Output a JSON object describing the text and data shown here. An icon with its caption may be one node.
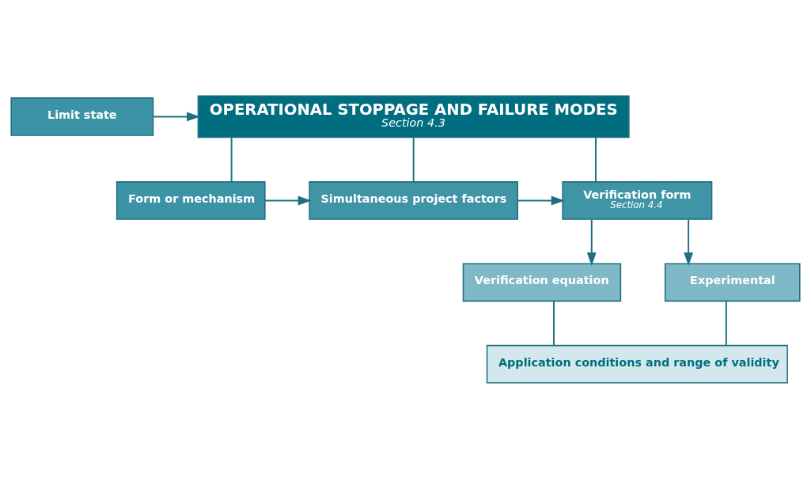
{
  "diagram": {
    "nodes": [
      {
        "text": [
          "Limit state"
        ]
      },
      {
        "text": [
          "OPERATIONAL STOPPAGE AND FAILURE MODES",
          "Section 4.3"
        ]
      },
      {
        "text": [
          "Form or mechanism"
        ]
      },
      {
        "text": [
          "Simultaneous project factors"
        ]
      },
      {
        "text": [
          "Verification form",
          "Section 4.4"
        ]
      },
      {
        "text": [
          "Verification equation"
        ]
      },
      {
        "text": [
          "Experimental"
        ]
      },
      {
        "text": [
          "Application conditions and range of validity"
        ]
      }
    ],
    "edges": [
      {
        "from": 0,
        "to": 1,
        "arrow": "to"
      },
      {
        "from": 1,
        "to": 2,
        "arrow": "none"
      },
      {
        "from": 1,
        "to": 3,
        "arrow": "none"
      },
      {
        "from": 1,
        "to": 4,
        "arrow": "none"
      },
      {
        "from": 2,
        "to": 3,
        "arrow": "to"
      },
      {
        "from": 3,
        "to": 4,
        "arrow": "to"
      },
      {
        "from": 4,
        "to": 5,
        "arrow": "to"
      },
      {
        "from": 4,
        "to": 6,
        "arrow": "to"
      },
      {
        "from": 5,
        "to": 7,
        "arrow": "none"
      },
      {
        "from": 6,
        "to": 7,
        "arrow": "none"
      }
    ]
  }
}
